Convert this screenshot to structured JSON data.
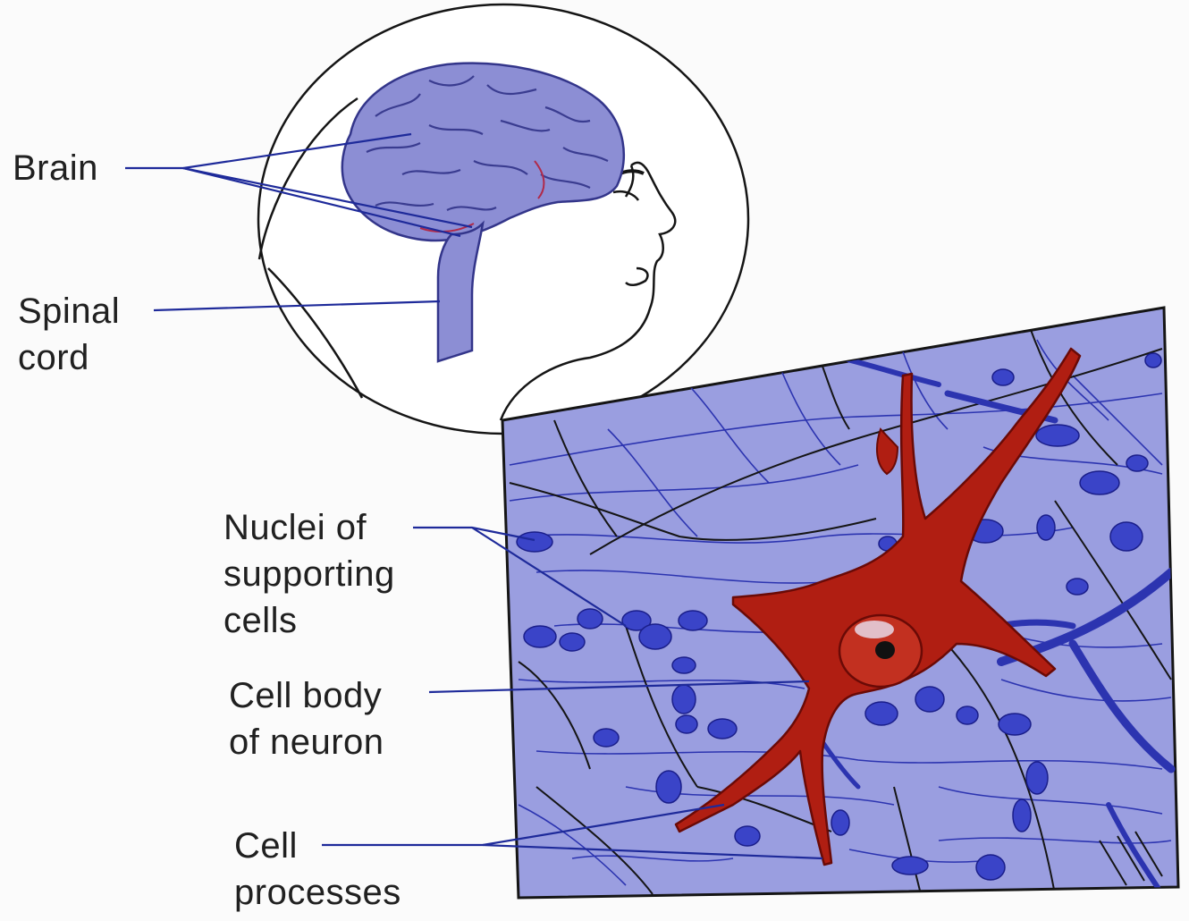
{
  "labels": {
    "brain": "Brain",
    "spinal_cord": [
      "Spinal",
      "cord"
    ],
    "nuclei": [
      "Nuclei of",
      "supporting",
      "cells"
    ],
    "cell_body": [
      "Cell body",
      "of neuron"
    ],
    "cell_processes": [
      "Cell",
      "processes"
    ]
  },
  "colors": {
    "tissue": "#9a9ee0",
    "brain": "#8c8ed4",
    "fiber_blue": "#2c34b0",
    "fiber_dark": "#151515",
    "nucleus": "#3a44c8",
    "neuron": "#b01e12",
    "neuron_dark": "#6a0a06",
    "leader": "#1e2a9a"
  }
}
